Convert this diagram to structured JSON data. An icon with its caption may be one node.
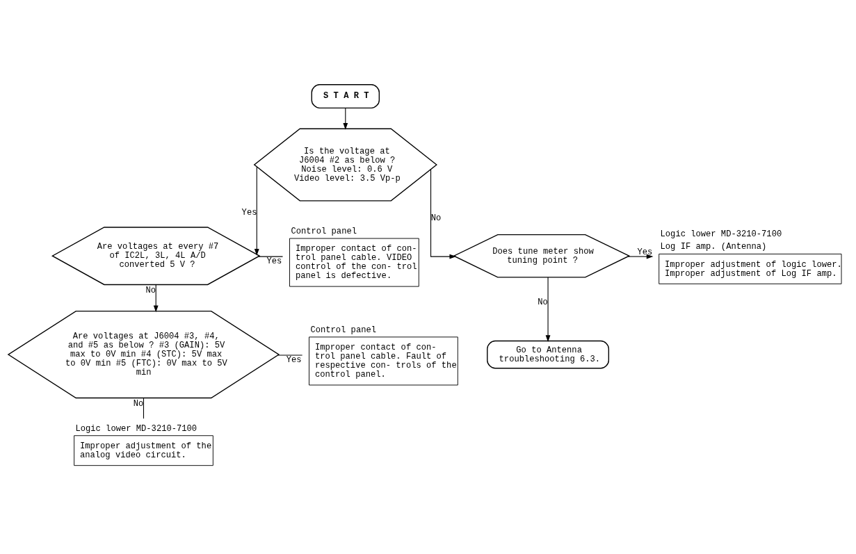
{
  "diagram": {
    "nodes": [
      {
        "text": [
          "S T A R T"
        ]
      },
      {
        "text": [
          "Is the voltage at J6004 #2 as below ? Noise level: 0.6 V Video level: 3.5 Vp-p"
        ]
      },
      {
        "text": [
          "Are voltages at every #7 of IC2L, 3L, 4L A/D converted 5 V ?"
        ]
      },
      {
        "text": [
          "Improper contact of con- trol panel cable. VIDEO control of the con- trol panel is defective."
        ],
        "beside": [
          "Control panel"
        ]
      },
      {
        "text": [
          "Are voltages at J6004 #3, #4, and #5 as below ? #3 (GAIN): 5V max to 0V min #4 (STC): 5V max to 0V min #5 (FTC): 0V max to 5V min"
        ]
      },
      {
        "text": [
          "Improper contact of con- trol panel cable. Fault of respective con- trols of the control panel."
        ],
        "beside": [
          "Control panel"
        ]
      },
      {
        "text": [
          "Improper adjustment of the analog video circuit."
        ],
        "beside": [
          "Logic lower MD-3210-7100"
        ]
      },
      {
        "text": [
          "Does tune meter show tuning point ?"
        ]
      },
      {
        "text": [
          "Improper adjustment of logic lower. Improper adjustment of Log IF amp."
        ],
        "beside": [
          "Logic lower MD-3210-7100",
          "Log IF amp. (Antenna)"
        ]
      },
      {
        "text": [
          "Go to Antenna troubleshooting 6.3."
        ]
      }
    ],
    "edges": [
      {
        "from": 0,
        "to": 1,
        "arrow": "to"
      },
      {
        "from": 1,
        "to": 2,
        "arrow": "to",
        "label": "Yes"
      },
      {
        "from": 1,
        "to": 7,
        "arrow": "to",
        "label": "No"
      },
      {
        "from": 2,
        "to": 3,
        "arrow": "none",
        "label": "Yes"
      },
      {
        "from": 2,
        "to": 4,
        "arrow": "to",
        "label": "No"
      },
      {
        "from": 4,
        "to": 5,
        "arrow": "none",
        "label": "Yes"
      },
      {
        "from": 4,
        "to": 6,
        "arrow": "none",
        "label": "No"
      },
      {
        "from": 7,
        "to": 8,
        "arrow": "to",
        "label": "Yes"
      },
      {
        "from": 7,
        "to": 9,
        "arrow": "to",
        "label": "No"
      }
    ]
  }
}
